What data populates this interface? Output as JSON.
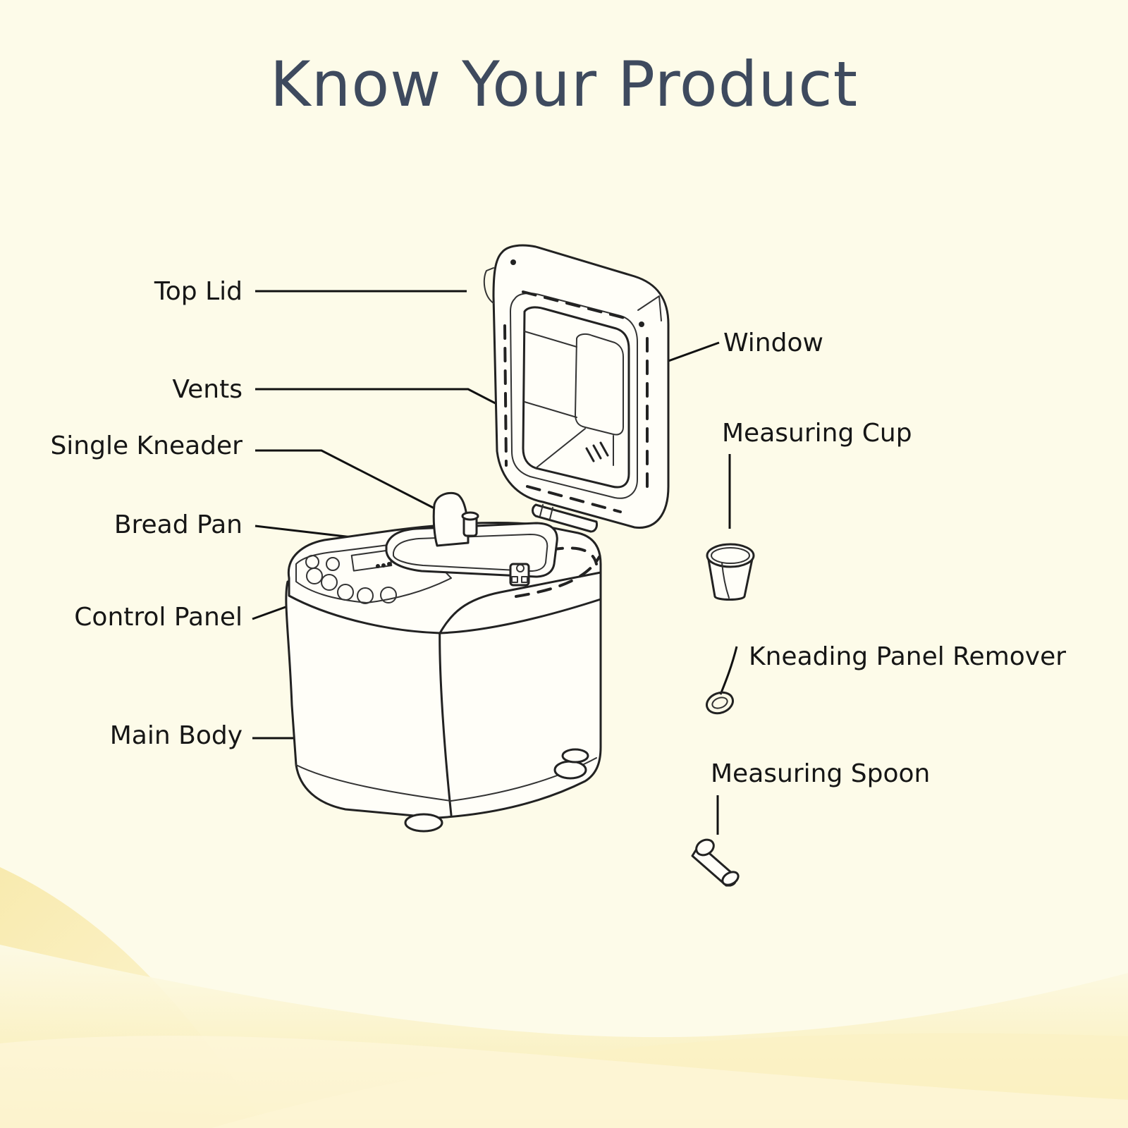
{
  "title": "Know Your Product",
  "labels": {
    "top_lid": "Top Lid",
    "vents": "Vents",
    "single_kneader": "Single Kneader",
    "bread_pan": "Bread Pan",
    "control_panel": "Control Panel",
    "main_body": "Main Body",
    "window": "Window",
    "measuring_cup": "Measuring Cup",
    "kneading_panel_remover": "Kneading Panel Remover",
    "measuring_spoon": "Measuring Spoon"
  },
  "colors": {
    "background": "#fdfbe9",
    "title": "#3e4a5e",
    "accent_wave": "#f6e39a",
    "ink": "#222222"
  }
}
